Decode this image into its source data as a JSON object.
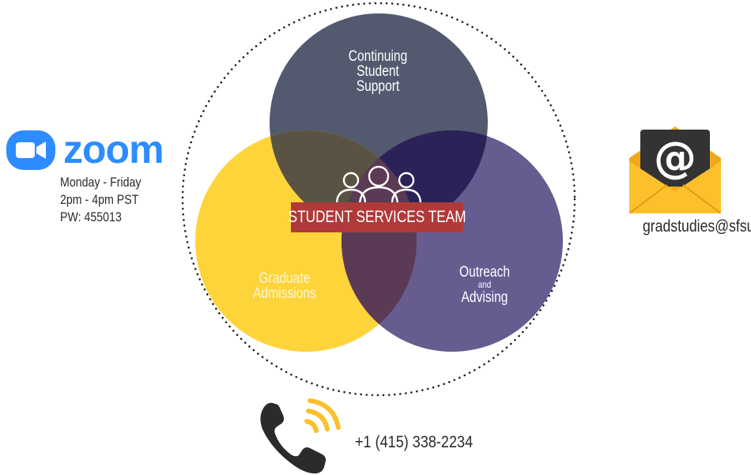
{
  "zoom": {
    "wordmark": "zoom",
    "icon": "video-camera-icon",
    "brand_color": "#2d8cff",
    "days": "Monday - Friday",
    "time": "2pm - 4pm PST",
    "password": "PW: 455013"
  },
  "venn": {
    "center_label": "STUDENT SERVICES TEAM",
    "center_icon": "people-group-icon",
    "circles": [
      {
        "lines": [
          "Continuing",
          "Student",
          "Support"
        ],
        "color": "#535a70"
      },
      {
        "lines": [
          "Graduate",
          "Admissions"
        ],
        "color": "#fdd22f"
      },
      {
        "lines": [
          "Outreach",
          "and",
          "Advising"
        ],
        "color": "#4b3f7c"
      }
    ],
    "banner_color": "#b03a3a"
  },
  "email": {
    "icon": "envelope-at-icon",
    "address": "gradstudies@sfsu.edu"
  },
  "phone": {
    "icon": "phone-handset-icon",
    "number": "+1 (415) 338-2234"
  }
}
